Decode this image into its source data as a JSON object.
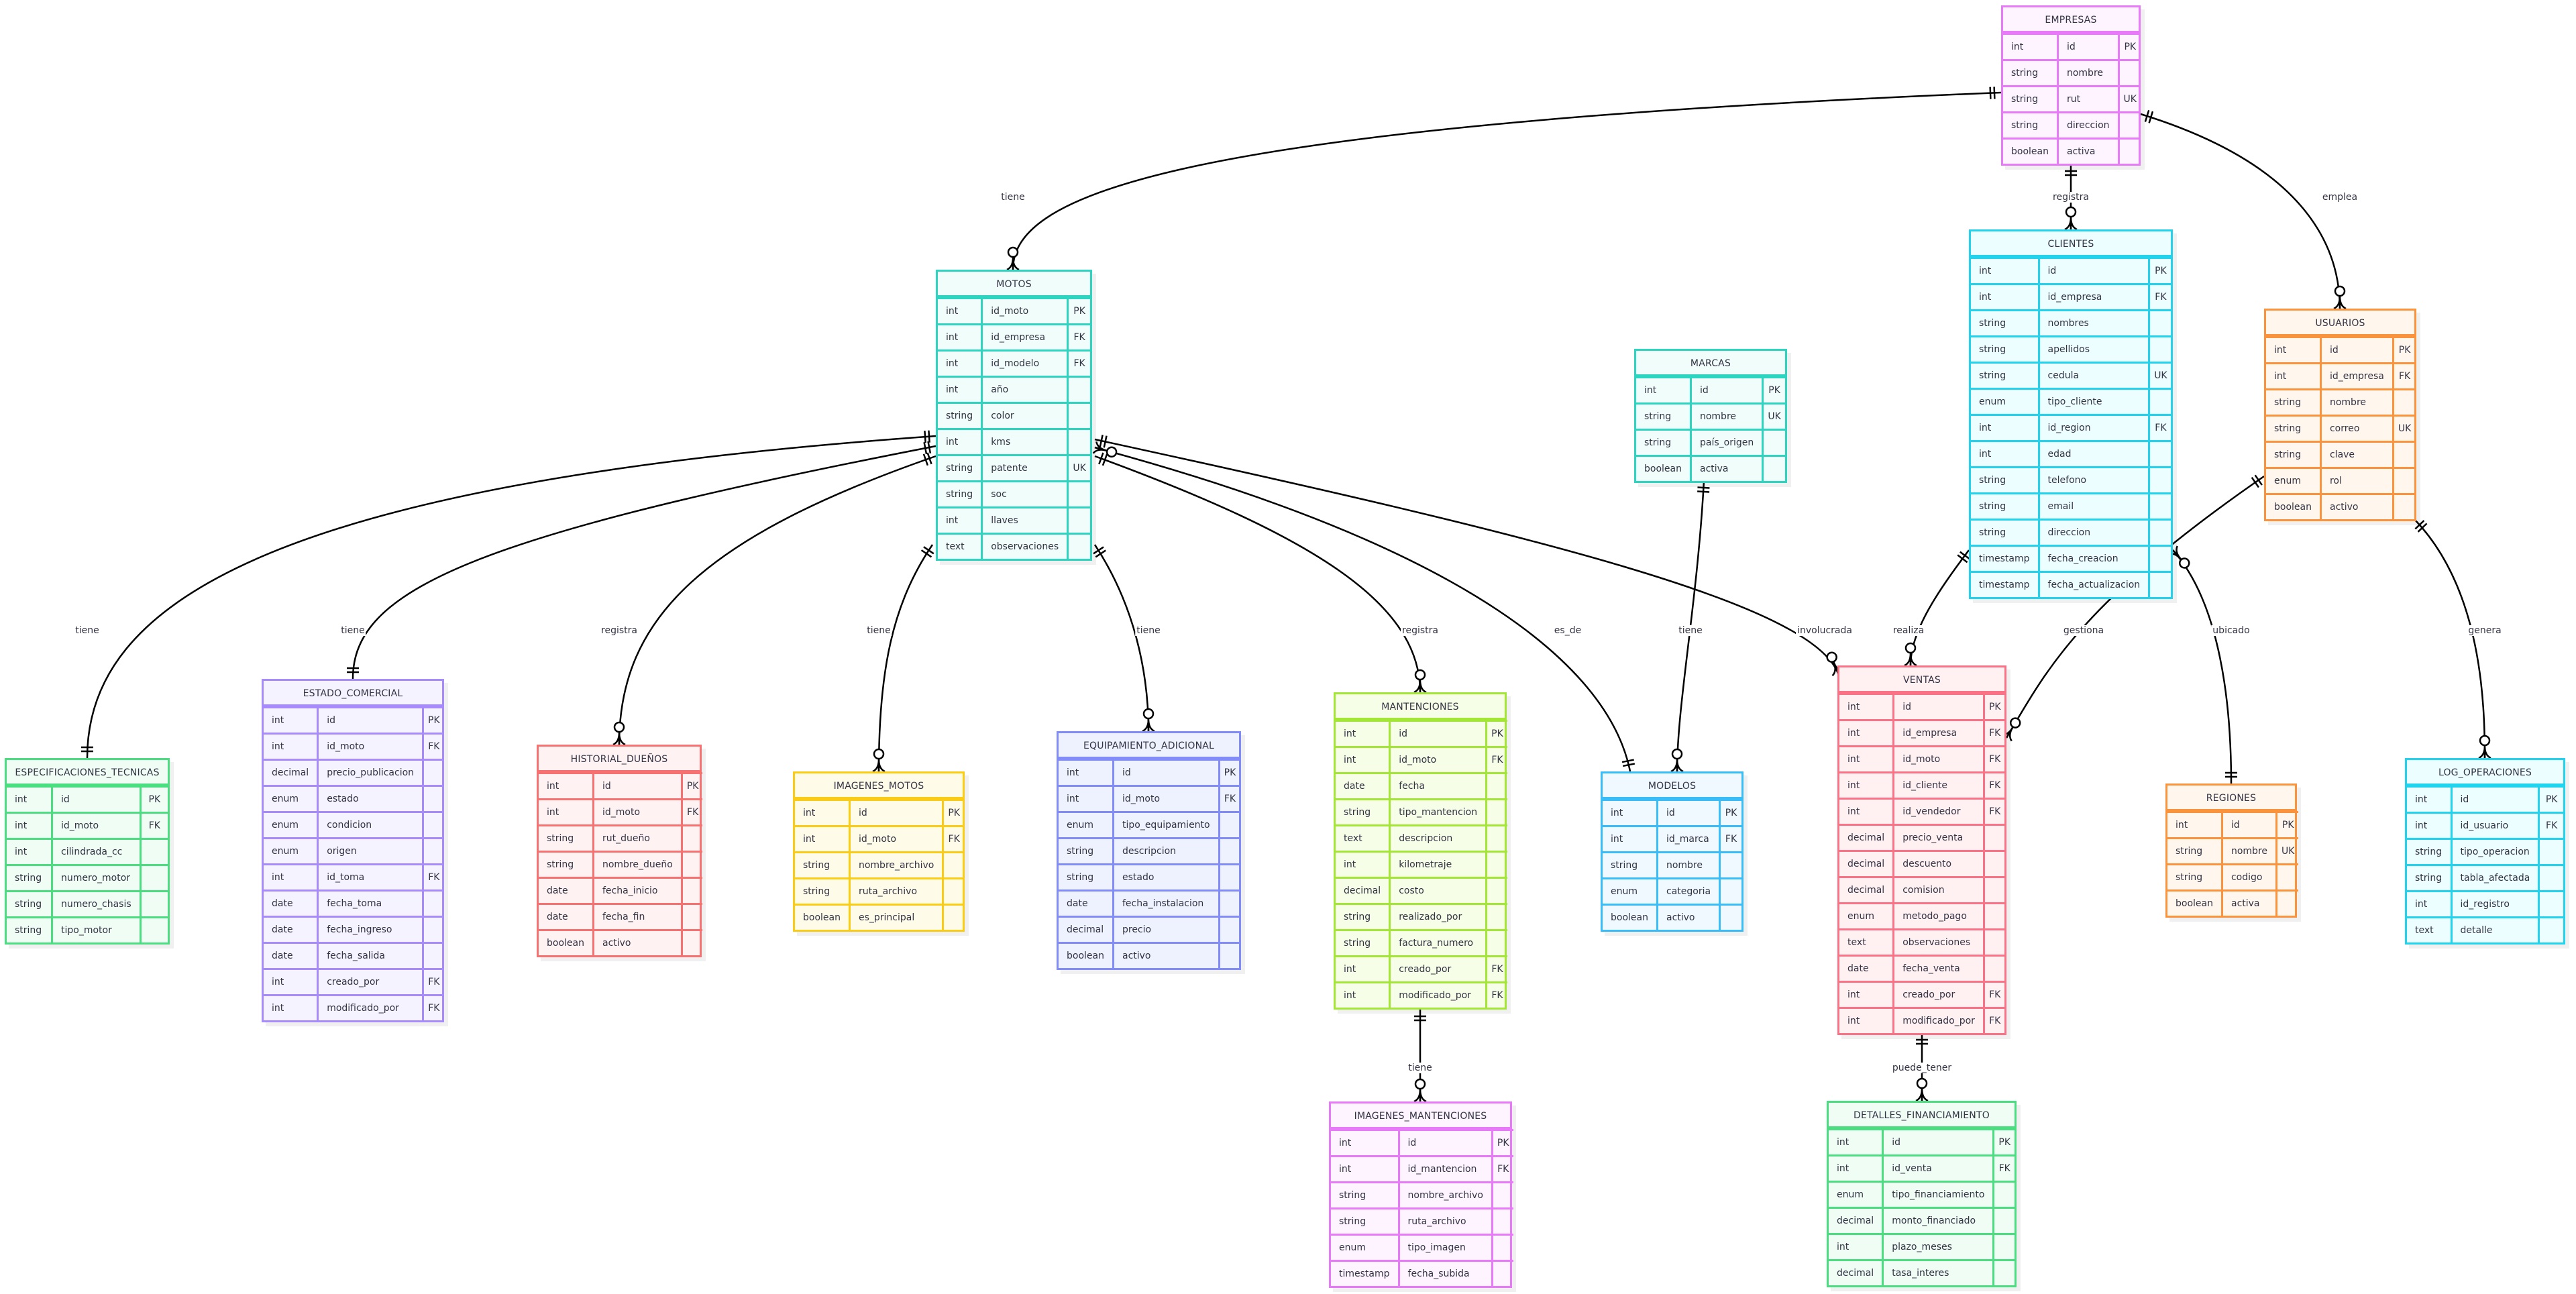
{
  "diagram": {
    "type": "entity-relationship",
    "entities": [
      {
        "id": "EMPRESAS",
        "name": "EMPRESAS",
        "color": "#e879f9",
        "fill": "#fdf4ff",
        "attributes": [
          [
            "int",
            "id",
            "PK"
          ],
          [
            "string",
            "nombre",
            ""
          ],
          [
            "string",
            "rut",
            "UK"
          ],
          [
            "string",
            "direccion",
            ""
          ],
          [
            "boolean",
            "activa",
            ""
          ]
        ]
      },
      {
        "id": "MOTOS",
        "name": "MOTOS",
        "color": "#2dd4bf",
        "fill": "#f0fdfa",
        "attributes": [
          [
            "int",
            "id_moto",
            "PK"
          ],
          [
            "int",
            "id_empresa",
            "FK"
          ],
          [
            "int",
            "id_modelo",
            "FK"
          ],
          [
            "int",
            "año",
            ""
          ],
          [
            "string",
            "color",
            ""
          ],
          [
            "int",
            "kms",
            ""
          ],
          [
            "string",
            "patente",
            "UK"
          ],
          [
            "string",
            "soc",
            ""
          ],
          [
            "int",
            "llaves",
            ""
          ],
          [
            "text",
            "observaciones",
            ""
          ]
        ]
      },
      {
        "id": "CLIENTES",
        "name": "CLIENTES",
        "color": "#22d3ee",
        "fill": "#ecfeff",
        "attributes": [
          [
            "int",
            "id",
            "PK"
          ],
          [
            "int",
            "id_empresa",
            "FK"
          ],
          [
            "string",
            "nombres",
            ""
          ],
          [
            "string",
            "apellidos",
            ""
          ],
          [
            "string",
            "cedula",
            "UK"
          ],
          [
            "enum",
            "tipo_cliente",
            ""
          ],
          [
            "int",
            "id_region",
            "FK"
          ],
          [
            "int",
            "edad",
            ""
          ],
          [
            "string",
            "telefono",
            ""
          ],
          [
            "string",
            "email",
            ""
          ],
          [
            "string",
            "direccion",
            ""
          ],
          [
            "timestamp",
            "fecha_creacion",
            ""
          ],
          [
            "timestamp",
            "fecha_actualizacion",
            ""
          ]
        ]
      },
      {
        "id": "USUARIOS",
        "name": "USUARIOS",
        "color": "#fb923c",
        "fill": "#fff7ed",
        "attributes": [
          [
            "int",
            "id",
            "PK"
          ],
          [
            "int",
            "id_empresa",
            "FK"
          ],
          [
            "string",
            "nombre",
            ""
          ],
          [
            "string",
            "correo",
            "UK"
          ],
          [
            "string",
            "clave",
            ""
          ],
          [
            "enum",
            "rol",
            ""
          ],
          [
            "boolean",
            "activo",
            ""
          ]
        ]
      },
      {
        "id": "MARCAS",
        "name": "MARCAS",
        "color": "#2dd4bf",
        "fill": "#f0fdfa",
        "attributes": [
          [
            "int",
            "id",
            "PK"
          ],
          [
            "string",
            "nombre",
            "UK"
          ],
          [
            "string",
            "país_origen",
            ""
          ],
          [
            "boolean",
            "activa",
            ""
          ]
        ]
      },
      {
        "id": "ESPECIFICACIONES_TECNICAS",
        "name": "ESPECIFICACIONES_TECNICAS",
        "color": "#4ade80",
        "fill": "#f0fdf4",
        "attributes": [
          [
            "int",
            "id",
            "PK"
          ],
          [
            "int",
            "id_moto",
            "FK"
          ],
          [
            "int",
            "cilindrada_cc",
            ""
          ],
          [
            "string",
            "numero_motor",
            ""
          ],
          [
            "string",
            "numero_chasis",
            ""
          ],
          [
            "string",
            "tipo_motor",
            ""
          ]
        ]
      },
      {
        "id": "ESTADO_COMERCIAL",
        "name": "ESTADO_COMERCIAL",
        "color": "#a78bfa",
        "fill": "#f5f3ff",
        "attributes": [
          [
            "int",
            "id",
            "PK"
          ],
          [
            "int",
            "id_moto",
            "FK"
          ],
          [
            "decimal",
            "precio_publicacion",
            ""
          ],
          [
            "enum",
            "estado",
            ""
          ],
          [
            "enum",
            "condicion",
            ""
          ],
          [
            "enum",
            "origen",
            ""
          ],
          [
            "int",
            "id_toma",
            "FK"
          ],
          [
            "date",
            "fecha_toma",
            ""
          ],
          [
            "date",
            "fecha_ingreso",
            ""
          ],
          [
            "date",
            "fecha_salida",
            ""
          ],
          [
            "int",
            "creado_por",
            "FK"
          ],
          [
            "int",
            "modificado_por",
            "FK"
          ]
        ]
      },
      {
        "id": "HISTORIAL_DUENOS",
        "name": "HISTORIAL_DUEÑOS",
        "color": "#f87171",
        "fill": "#fef2f2",
        "attributes": [
          [
            "int",
            "id",
            "PK"
          ],
          [
            "int",
            "id_moto",
            "FK"
          ],
          [
            "string",
            "rut_dueño",
            ""
          ],
          [
            "string",
            "nombre_dueño",
            ""
          ],
          [
            "date",
            "fecha_inicio",
            ""
          ],
          [
            "date",
            "fecha_fin",
            ""
          ],
          [
            "boolean",
            "activo",
            ""
          ]
        ]
      },
      {
        "id": "IMAGENES_MOTOS",
        "name": "IMAGENES_MOTOS",
        "color": "#facc15",
        "fill": "#fefce8",
        "attributes": [
          [
            "int",
            "id",
            "PK"
          ],
          [
            "int",
            "id_moto",
            "FK"
          ],
          [
            "string",
            "nombre_archivo",
            ""
          ],
          [
            "string",
            "ruta_archivo",
            ""
          ],
          [
            "boolean",
            "es_principal",
            ""
          ]
        ]
      },
      {
        "id": "EQUIPAMIENTO_ADICIONAL",
        "name": "EQUIPAMIENTO_ADICIONAL",
        "color": "#818cf8",
        "fill": "#eef2ff",
        "attributes": [
          [
            "int",
            "id",
            "PK"
          ],
          [
            "int",
            "id_moto",
            "FK"
          ],
          [
            "enum",
            "tipo_equipamiento",
            ""
          ],
          [
            "string",
            "descripcion",
            ""
          ],
          [
            "string",
            "estado",
            ""
          ],
          [
            "date",
            "fecha_instalacion",
            ""
          ],
          [
            "decimal",
            "precio",
            ""
          ],
          [
            "boolean",
            "activo",
            ""
          ]
        ]
      },
      {
        "id": "MANTENCIONES",
        "name": "MANTENCIONES",
        "color": "#a3e635",
        "fill": "#f7fee7",
        "attributes": [
          [
            "int",
            "id",
            "PK"
          ],
          [
            "int",
            "id_moto",
            "FK"
          ],
          [
            "date",
            "fecha",
            ""
          ],
          [
            "string",
            "tipo_mantencion",
            ""
          ],
          [
            "text",
            "descripcion",
            ""
          ],
          [
            "int",
            "kilometraje",
            ""
          ],
          [
            "decimal",
            "costo",
            ""
          ],
          [
            "string",
            "realizado_por",
            ""
          ],
          [
            "string",
            "factura_numero",
            ""
          ],
          [
            "int",
            "creado_por",
            "FK"
          ],
          [
            "int",
            "modificado_por",
            "FK"
          ]
        ]
      },
      {
        "id": "MODELOS",
        "name": "MODELOS",
        "color": "#38bdf8",
        "fill": "#f0f9ff",
        "attributes": [
          [
            "int",
            "id",
            "PK"
          ],
          [
            "int",
            "id_marca",
            "FK"
          ],
          [
            "string",
            "nombre",
            ""
          ],
          [
            "enum",
            "categoria",
            ""
          ],
          [
            "boolean",
            "activo",
            ""
          ]
        ]
      },
      {
        "id": "VENTAS",
        "name": "VENTAS",
        "color": "#fb7185",
        "fill": "#fff1f2",
        "attributes": [
          [
            "int",
            "id",
            "PK"
          ],
          [
            "int",
            "id_empresa",
            "FK"
          ],
          [
            "int",
            "id_moto",
            "FK"
          ],
          [
            "int",
            "id_cliente",
            "FK"
          ],
          [
            "int",
            "id_vendedor",
            "FK"
          ],
          [
            "decimal",
            "precio_venta",
            ""
          ],
          [
            "decimal",
            "descuento",
            ""
          ],
          [
            "decimal",
            "comision",
            ""
          ],
          [
            "enum",
            "metodo_pago",
            ""
          ],
          [
            "text",
            "observaciones",
            ""
          ],
          [
            "date",
            "fecha_venta",
            ""
          ],
          [
            "int",
            "creado_por",
            "FK"
          ],
          [
            "int",
            "modificado_por",
            "FK"
          ]
        ]
      },
      {
        "id": "REGIONES",
        "name": "REGIONES",
        "color": "#fb923c",
        "fill": "#fff7ed",
        "attributes": [
          [
            "int",
            "id",
            "PK"
          ],
          [
            "string",
            "nombre",
            "UK"
          ],
          [
            "string",
            "codigo",
            ""
          ],
          [
            "boolean",
            "activa",
            ""
          ]
        ]
      },
      {
        "id": "LOG_OPERACIONES",
        "name": "LOG_OPERACIONES",
        "color": "#22d3ee",
        "fill": "#ecfeff",
        "attributes": [
          [
            "int",
            "id",
            "PK"
          ],
          [
            "int",
            "id_usuario",
            "FK"
          ],
          [
            "string",
            "tipo_operacion",
            ""
          ],
          [
            "string",
            "tabla_afectada",
            ""
          ],
          [
            "int",
            "id_registro",
            ""
          ],
          [
            "text",
            "detalle",
            ""
          ]
        ]
      },
      {
        "id": "IMAGENES_MANTENCIONES",
        "name": "IMAGENES_MANTENCIONES",
        "color": "#e879f9",
        "fill": "#fdf4ff",
        "attributes": [
          [
            "int",
            "id",
            "PK"
          ],
          [
            "int",
            "id_mantencion",
            "FK"
          ],
          [
            "string",
            "nombre_archivo",
            ""
          ],
          [
            "string",
            "ruta_archivo",
            ""
          ],
          [
            "enum",
            "tipo_imagen",
            ""
          ],
          [
            "timestamp",
            "fecha_subida",
            ""
          ]
        ]
      },
      {
        "id": "DETALLES_FINANCIAMIENTO",
        "name": "DETALLES_FINANCIAMIENTO",
        "color": "#4ade80",
        "fill": "#f0fdf4",
        "attributes": [
          [
            "int",
            "id",
            "PK"
          ],
          [
            "int",
            "id_venta",
            "FK"
          ],
          [
            "enum",
            "tipo_financiamiento",
            ""
          ],
          [
            "decimal",
            "monto_financiado",
            ""
          ],
          [
            "int",
            "plazo_meses",
            ""
          ],
          [
            "decimal",
            "tasa_interes",
            ""
          ]
        ]
      }
    ],
    "relationships": [
      {
        "from": "EMPRESAS",
        "to": "MOTOS",
        "label": "tiene",
        "from_card": "exactly-one",
        "to_card": "zero-or-many"
      },
      {
        "from": "EMPRESAS",
        "to": "CLIENTES",
        "label": "registra",
        "from_card": "exactly-one",
        "to_card": "zero-or-many"
      },
      {
        "from": "EMPRESAS",
        "to": "USUARIOS",
        "label": "emplea",
        "from_card": "exactly-one",
        "to_card": "zero-or-many"
      },
      {
        "from": "MOTOS",
        "to": "ESPECIFICACIONES_TECNICAS",
        "label": "tiene",
        "from_card": "exactly-one",
        "to_card": "exactly-one"
      },
      {
        "from": "MOTOS",
        "to": "ESTADO_COMERCIAL",
        "label": "tiene",
        "from_card": "exactly-one",
        "to_card": "exactly-one"
      },
      {
        "from": "MOTOS",
        "to": "HISTORIAL_DUENOS",
        "label": "registra",
        "from_card": "exactly-one",
        "to_card": "zero-or-many"
      },
      {
        "from": "MOTOS",
        "to": "IMAGENES_MOTOS",
        "label": "tiene",
        "from_card": "exactly-one",
        "to_card": "zero-or-many"
      },
      {
        "from": "MOTOS",
        "to": "EQUIPAMIENTO_ADICIONAL",
        "label": "tiene",
        "from_card": "exactly-one",
        "to_card": "zero-or-many"
      },
      {
        "from": "MOTOS",
        "to": "MANTENCIONES",
        "label": "registra",
        "from_card": "exactly-one",
        "to_card": "zero-or-many"
      },
      {
        "from": "MOTOS",
        "to": "MODELOS",
        "label": "es_de",
        "from_card": "zero-or-many",
        "to_card": "exactly-one"
      },
      {
        "from": "MOTOS",
        "to": "VENTAS",
        "label": "involucrada",
        "from_card": "exactly-one",
        "to_card": "zero-or-many"
      },
      {
        "from": "MARCAS",
        "to": "MODELOS",
        "label": "tiene",
        "from_card": "exactly-one",
        "to_card": "zero-or-many"
      },
      {
        "from": "CLIENTES",
        "to": "VENTAS",
        "label": "realiza",
        "from_card": "exactly-one",
        "to_card": "zero-or-many"
      },
      {
        "from": "USUARIOS",
        "to": "VENTAS",
        "label": "gestiona",
        "from_card": "exactly-one",
        "to_card": "zero-or-many"
      },
      {
        "from": "CLIENTES",
        "to": "REGIONES",
        "label": "ubicado",
        "from_card": "zero-or-many",
        "to_card": "exactly-one"
      },
      {
        "from": "USUARIOS",
        "to": "LOG_OPERACIONES",
        "label": "genera",
        "from_card": "exactly-one",
        "to_card": "zero-or-many"
      },
      {
        "from": "MANTENCIONES",
        "to": "IMAGENES_MANTENCIONES",
        "label": "tiene",
        "from_card": "exactly-one",
        "to_card": "zero-or-many"
      },
      {
        "from": "VENTAS",
        "to": "DETALLES_FINANCIAMIENTO",
        "label": "puede_tener",
        "from_card": "exactly-one",
        "to_card": "zero-or-many"
      }
    ]
  }
}
